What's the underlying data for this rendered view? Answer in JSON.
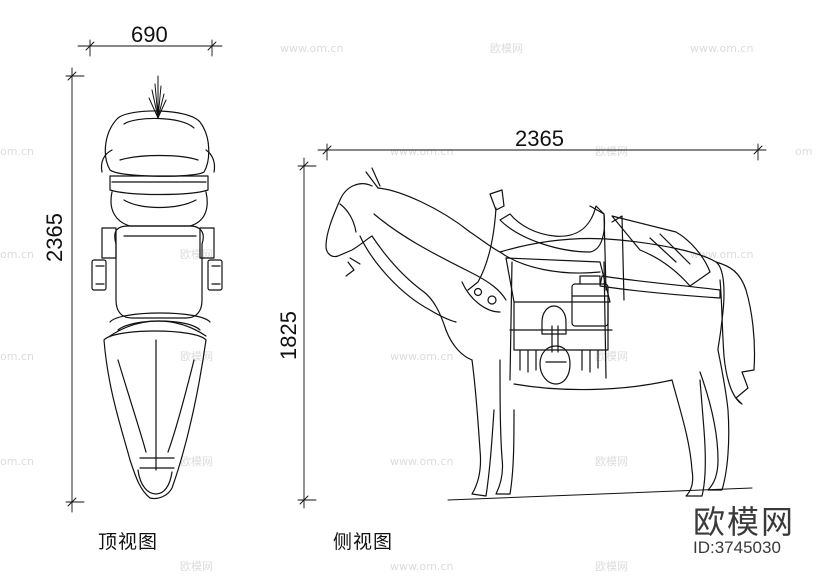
{
  "dimensions": {
    "top_view_width": "690",
    "top_view_length": "2365",
    "side_view_length": "2365",
    "side_view_height": "1825"
  },
  "captions": {
    "top_view": "顶视图",
    "side_view": "侧视图"
  },
  "watermark": {
    "brand": "欧模网",
    "id": "ID:3745030"
  }
}
